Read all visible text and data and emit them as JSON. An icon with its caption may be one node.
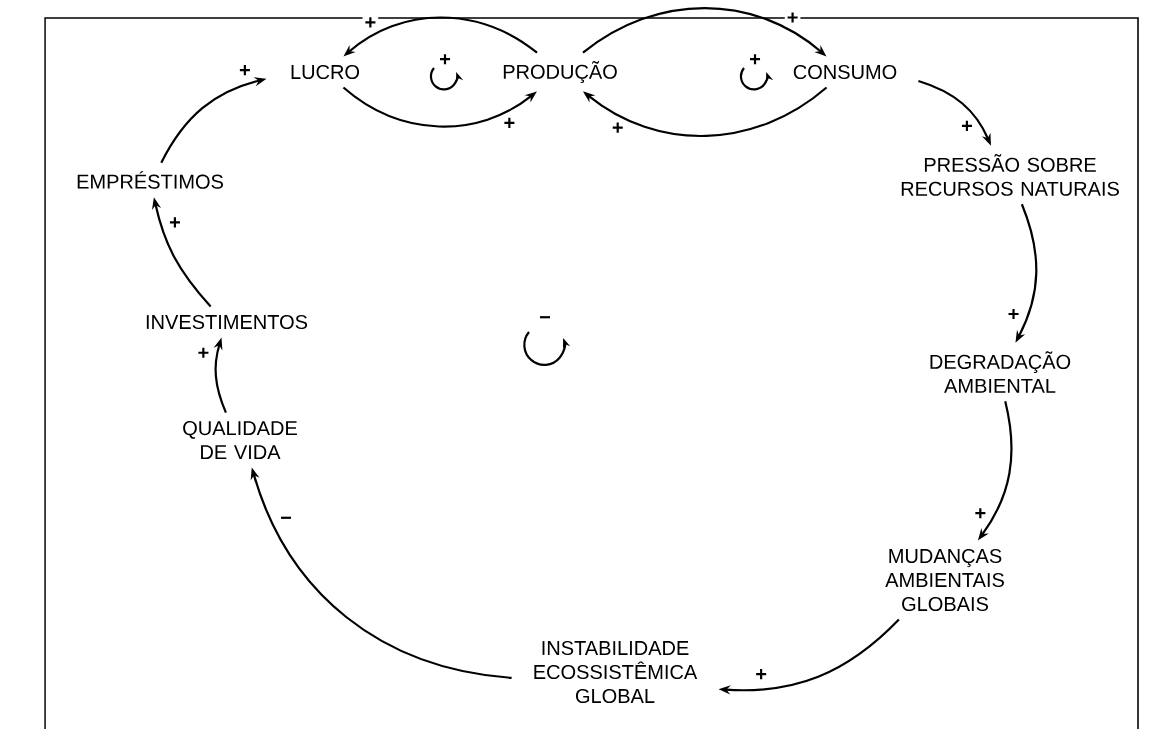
{
  "diagram": {
    "nodes": [
      {
        "text": [
          "LUCRO"
        ]
      },
      {
        "text": [
          "PRODUÇÃO"
        ]
      },
      {
        "text": [
          "CONSUMO"
        ]
      },
      {
        "text": [
          "PRESSÃO SOBRE RECURSOS NATURAIS"
        ]
      },
      {
        "text": [
          "DEGRADAÇÃO AMBIENTAL"
        ]
      },
      {
        "text": [
          "MUDANÇAS AMBIENTAIS GLOBAIS"
        ]
      },
      {
        "text": [
          "INSTABILIDADE ECOSSISTÊMICA GLOBAL"
        ]
      },
      {
        "text": [
          "QUALIDADE DE VIDA"
        ]
      },
      {
        "text": [
          "INVESTIMENTOS"
        ]
      },
      {
        "text": [
          "EMPRÉSTIMOS"
        ]
      }
    ],
    "edges": [
      {
        "from": 1,
        "to": 0,
        "arrow": "to",
        "label": "+"
      },
      {
        "from": 0,
        "to": 1,
        "arrow": "to",
        "label": "+"
      },
      {
        "from": 1,
        "to": 2,
        "arrow": "to",
        "label": "+"
      },
      {
        "from": 2,
        "to": 1,
        "arrow": "to",
        "label": "+"
      },
      {
        "from": 2,
        "to": 3,
        "arrow": "to",
        "label": "+"
      },
      {
        "from": 3,
        "to": 4,
        "arrow": "to",
        "label": "+"
      },
      {
        "from": 4,
        "to": 5,
        "arrow": "to",
        "label": "+"
      },
      {
        "from": 5,
        "to": 6,
        "arrow": "to",
        "label": "+"
      },
      {
        "from": 6,
        "to": 7,
        "arrow": "to",
        "label": "−"
      },
      {
        "from": 7,
        "to": 8,
        "arrow": "to",
        "label": "+"
      },
      {
        "from": 8,
        "to": 9,
        "arrow": "to",
        "label": "+"
      },
      {
        "from": 9,
        "to": 0,
        "arrow": "to",
        "label": "+"
      }
    ],
    "labels": [
      "+",
      "+",
      "−"
    ]
  }
}
